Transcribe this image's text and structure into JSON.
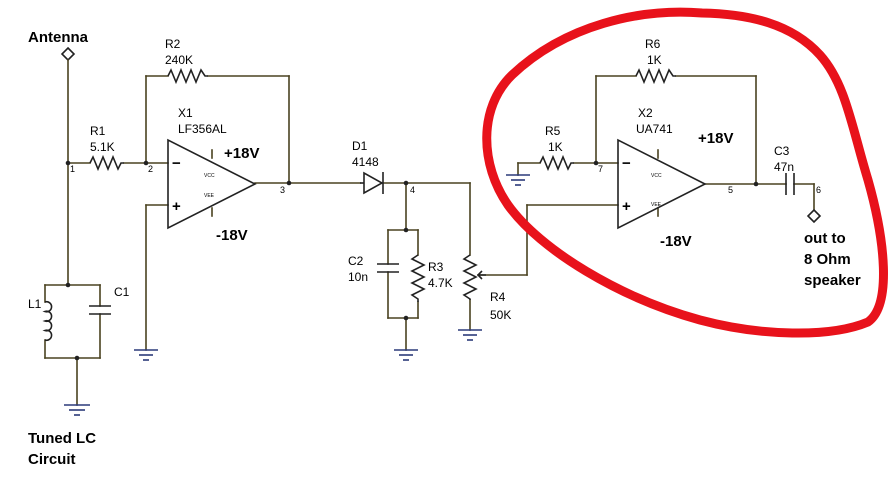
{
  "labels": {
    "antenna": "Antenna",
    "tuned_lc_1": "Tuned LC",
    "tuned_lc_2": "Circuit",
    "out_1": "out to",
    "out_2": "8 Ohm",
    "out_3": "speaker"
  },
  "components": {
    "r1": {
      "ref": "R1",
      "value": "5.1K"
    },
    "r2": {
      "ref": "R2",
      "value": "240K"
    },
    "x1": {
      "ref": "X1",
      "part": "LF356AL",
      "vpos": "+18V",
      "vneg": "-18V"
    },
    "l1": {
      "ref": "L1"
    },
    "c1": {
      "ref": "C1"
    },
    "d1": {
      "ref": "D1",
      "value": "4148"
    },
    "c2": {
      "ref": "C2",
      "value": "10n"
    },
    "r3": {
      "ref": "R3",
      "value": "4.7K"
    },
    "r4": {
      "ref": "R4",
      "value": "50K"
    },
    "r5": {
      "ref": "R5",
      "value": "1K"
    },
    "r6": {
      "ref": "R6",
      "value": "1K"
    },
    "x2": {
      "ref": "X2",
      "part": "UA741",
      "vpos": "+18V",
      "vneg": "-18V"
    },
    "c3": {
      "ref": "C3",
      "value": "47n"
    }
  },
  "opamp_pins": {
    "vcc": "VCC",
    "vee": "VEE",
    "minus": "−",
    "plus": "+"
  },
  "nodes": [
    "1",
    "2",
    "3",
    "4",
    "5",
    "6",
    "7"
  ],
  "highlight_color": "#e8121b",
  "wire_color": "#4a4220",
  "ground_color": "#2b3a7a"
}
